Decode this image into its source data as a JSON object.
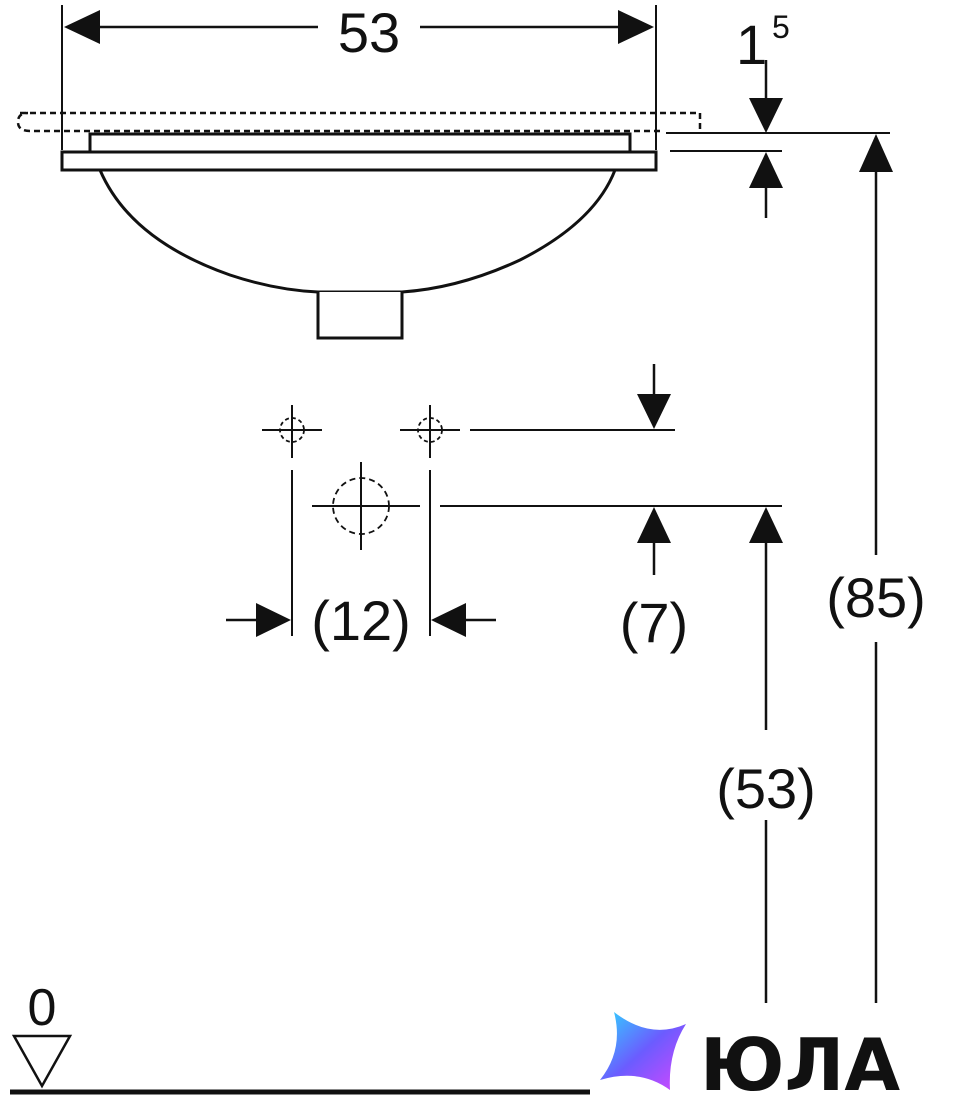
{
  "drawing": {
    "width_label": "53",
    "rim_label": "1",
    "rim_label_sup": "5",
    "tap_spacing_label": "(12)",
    "tap_offset_label": "(7)",
    "drain_height_label": "(53)",
    "total_height_label": "(85)",
    "floor_label": "0"
  },
  "brand": {
    "name": "ЮЛА"
  },
  "colors": {
    "ink": "#111111",
    "logo_gradient": [
      "#2fd6ff",
      "#6b5cff",
      "#d646ff"
    ]
  }
}
